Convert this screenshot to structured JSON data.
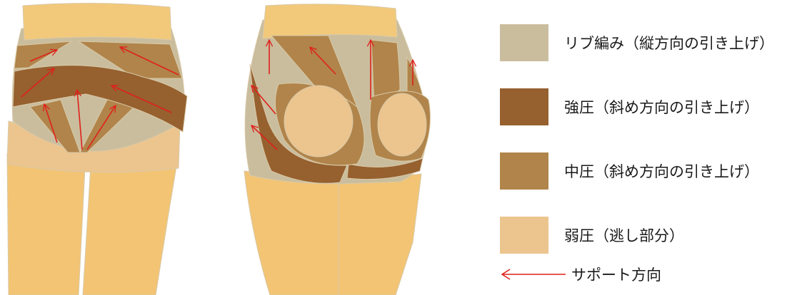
{
  "colors": {
    "rib": "#c9bd9d",
    "strong": "#96602f",
    "medium": "#b0844a",
    "weak": "#ecc48e",
    "leg": "#f2c474",
    "waist": "#f2c97a",
    "arrow": "#e0201b"
  },
  "legend": {
    "rib_label": "リブ編み（縦方向の引き上げ）",
    "strong_label": "強圧（斜め方向の引き上げ）",
    "medium_label": "中圧（斜め方向の引き上げ）",
    "weak_label": "弱圧（逃し部分）",
    "arrow_label": "サポート方向"
  },
  "icons": {
    "arrow_legend": "left-arrow-icon"
  }
}
